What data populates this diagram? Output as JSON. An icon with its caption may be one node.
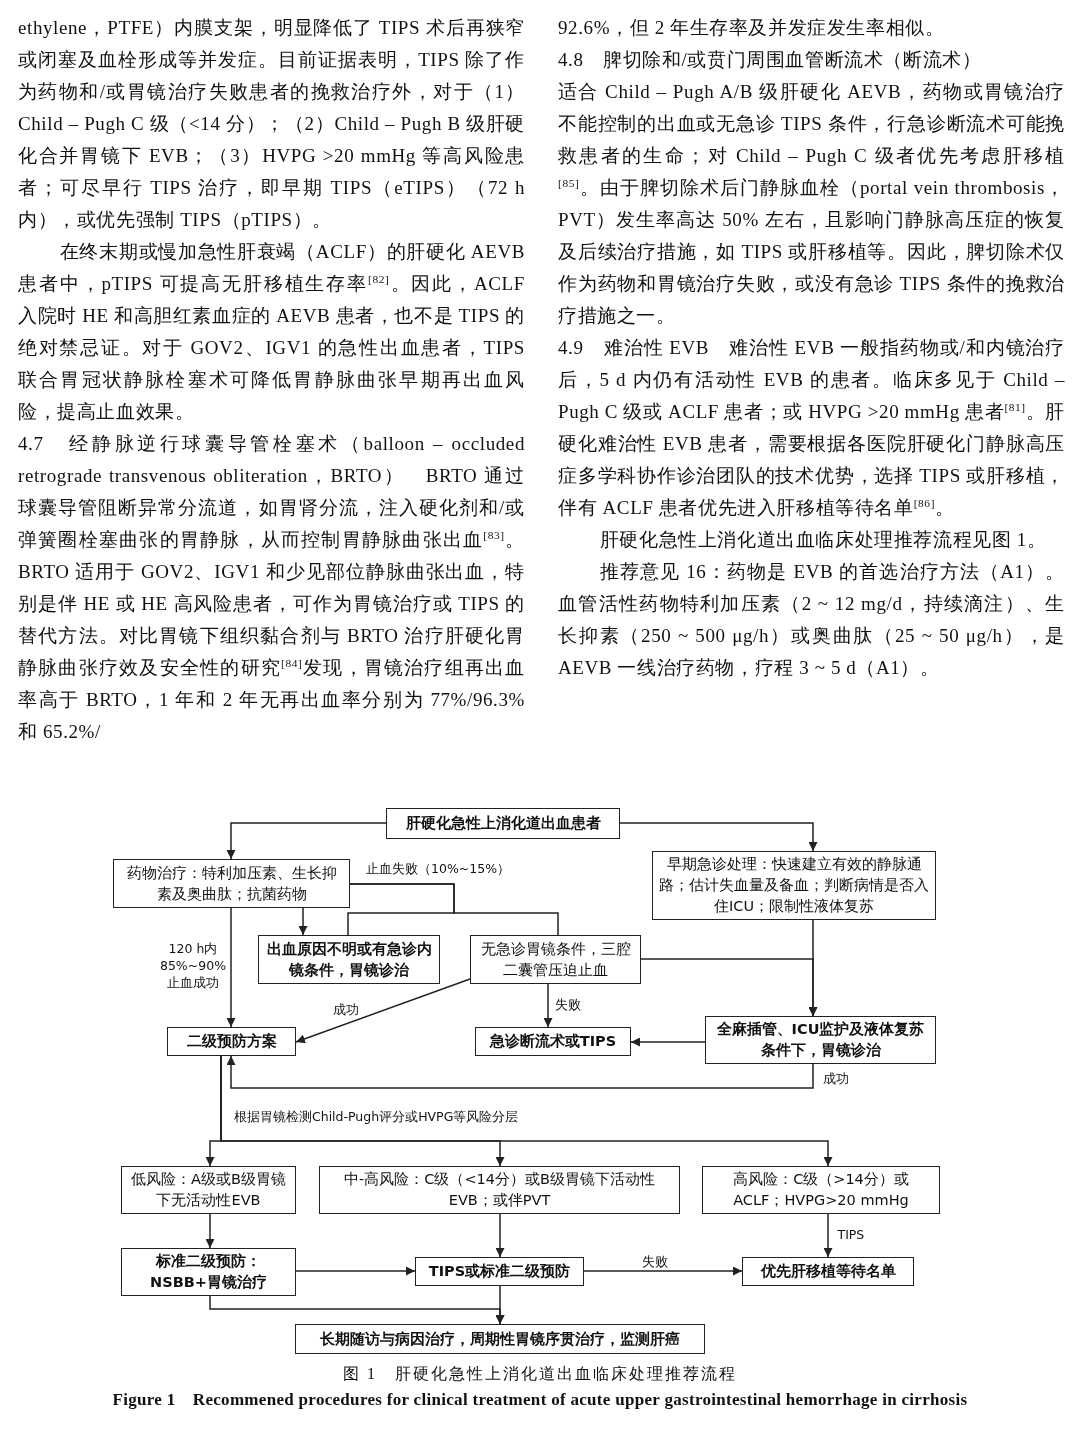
{
  "diagram": {
    "caption": "图 1　肝硬化急性上消化道出血临床处理推荐流程",
    "nodes": [
      {
        "text": [
          "肝硬化急性上消化道出血患者"
        ]
      },
      {
        "text": [
          "药物治疗：特利加压素、生长抑素及奥曲肽；抗菌药物"
        ]
      },
      {
        "text": [
          "早期急诊处理：快速建立有效的静脉通路；估计失血量及备血；判断病情是否入住ICU；限制性液体复苏"
        ]
      },
      {
        "text": [
          "出血原因不明或有急诊内镜条件，胃镜诊治"
        ]
      },
      {
        "text": [
          "无急诊胃镜条件，三腔二囊管压迫止血"
        ]
      },
      {
        "text": [
          "二级预防方案"
        ]
      },
      {
        "text": [
          "急诊断流术或TIPS"
        ]
      },
      {
        "text": [
          "全麻插管、ICU监护及液体复苏条件下，胃镜诊治"
        ]
      },
      {
        "text": [
          "低风险：A级或B级胃镜下无活动性EVB"
        ]
      },
      {
        "text": [
          "中-高风险：C级（<14分）或B级胃镜下活动性EVB；或伴PVT"
        ]
      },
      {
        "text": [
          "高风险：C级（>14分）或ACLF；HVPG>20 mmHg"
        ]
      },
      {
        "text": [
          "标准二级预防：NSBB+胃镜治疗"
        ]
      },
      {
        "text": [
          "TIPS或标准二级预防"
        ]
      },
      {
        "text": [
          "优先肝移植等待名单"
        ]
      },
      {
        "text": [
          "长期随访与病因治疗，周期性胃镜序贯治疗，监测肝癌"
        ]
      }
    ],
    "edges": [
      {
        "from": 0,
        "to": 1,
        "arrow": "to"
      },
      {
        "from": 0,
        "to": 2,
        "arrow": "to"
      },
      {
        "from": 1,
        "to": 3,
        "arrow": "to"
      },
      {
        "from": 1,
        "to": 3,
        "arrow": "none"
      },
      {
        "from": 1,
        "to": 4,
        "arrow": "none",
        "label": "止血失败（10%~15%）"
      },
      {
        "from": 1,
        "to": 5,
        "arrow": "to",
        "label": "120 h内 85%~90% 止血成功"
      },
      {
        "from": 4,
        "to": 5,
        "arrow": "to",
        "label": "成功"
      },
      {
        "from": 4,
        "to": 6,
        "arrow": "to",
        "label": "失败"
      },
      {
        "from": 4,
        "to": 7,
        "arrow": "to"
      },
      {
        "from": 2,
        "to": 7,
        "arrow": "to"
      },
      {
        "from": 7,
        "to": 6,
        "arrow": "to"
      },
      {
        "from": 7,
        "to": 5,
        "arrow": "to",
        "label": "成功"
      },
      {
        "from": 5,
        "to": 8,
        "arrow": "to",
        "label": "根据胃镜检测Child-Pugh评分或HVPG等风险分层"
      },
      {
        "from": 5,
        "to": 9,
        "arrow": "to"
      },
      {
        "from": 5,
        "to": 10,
        "arrow": "to"
      },
      {
        "from": 8,
        "to": 11,
        "arrow": "to"
      },
      {
        "from": 9,
        "to": 12,
        "arrow": "to"
      },
      {
        "from": 10,
        "to": 13,
        "arrow": "to",
        "label": "TIPS"
      },
      {
        "from": 11,
        "to": 12,
        "arrow": "to"
      },
      {
        "from": 12,
        "to": 13,
        "arrow": "to",
        "label": "失败"
      },
      {
        "from": 11,
        "to": 14,
        "arrow": "to"
      },
      {
        "from": 12,
        "to": 14,
        "arrow": "to"
      }
    ],
    "labels": [
      "ethylene，PTFE）内膜支架，明显降低了 TIPS 术后再狭窄或闭塞及血栓形成等并发症。目前证据表明，TIPS 除了作为药物和/或胃镜治疗失败患者的挽救治疗外，对于（1）Child – Pugh C 级（<14 分）；（2）Child – Pugh B 级肝硬化合并胃镜下 EVB；（3）HVPG >20 mmHg 等高风险患者；可尽早行 TIPS 治疗，即早期 TIPS（eTIPS）（72 h 内），或优先强制 TIPS（pTIPS）。",
      "在终末期或慢加急性肝衰竭（ACLF）的肝硬化 AEVB 患者中，pTIPS 可提高无肝移植生存率$^{[82]}$。因此，ACLF 入院时 HE 和高胆红素血症的 AEVB 患者，也不是 TIPS 的绝对禁忌证。对于 GOV2、IGV1 的急性出血患者，TIPS 联合胃冠状静脉栓塞术可降低胃静脉曲张早期再出血风险，提高止血效果。",
      "4.7　经静脉逆行球囊导管栓塞术（balloon – occluded retrograde transvenous obliteration，BRTO）　BRTO 通过球囊导管阻断异常分流道，如胃肾分流，注入硬化剂和/或弹簧圈栓塞曲张的胃静脉，从而控制胃静脉曲张出血$^{[83]}$。BRTO 适用于 GOV2、IGV1 和少见部位静脉曲张出血，特别是伴 HE 或 HE 高风险患者，可作为胃镜治疗或 TIPS 的替代方法。对比胃镜下组织黏合剂与 BRTO 治疗肝硬化胃静脉曲张疗效及安全性的研究$^{[84]}$发现，胃镜治疗组再出血率高于 BRTO，1 年和 2 年无再出血率分别为 77%/96.3% 和 65.2%/",
      "92.6%，但 2 年生存率及并发症发生率相似。",
      "4.8　脾切除和/或贲门周围血管断流术（断流术）",
      "适合 Child – Pugh A/B 级肝硬化 AEVB，药物或胃镜治疗不能控制的出血或无急诊 TIPS 条件，行急诊断流术可能挽救患者的生命；对 Child – Pugh C 级者优先考虑肝移植$^{[85]}$。由于脾切除术后门静脉血栓（portal vein thrombosis，PVT）发生率高达 50% 左右，且影响门静脉高压症的恢复及后续治疗措施，如 TIPS 或肝移植等。因此，脾切除术仅作为药物和胃镜治疗失败，或没有急诊 TIPS 条件的挽救治疗措施之一。",
      "4.9　难治性 EVB　难治性 EVB 一般指药物或/和内镜治疗后，5 d 内仍有活动性 EVB 的患者。临床多见于 Child – Pugh C 级或 ACLF 患者；或 HVPG >20 mmHg 患者$^{[81]}$。肝硬化难治性 EVB 患者，需要根据各医院肝硬化门静脉高压症多学科协作诊治团队的技术优势，选择 TIPS 或肝移植，伴有 ACLF 患者优先进入肝移植等待名单$^{[86]}$。",
      "肝硬化急性上消化道出血临床处理推荐流程见图 1。",
      "推荐意见 16：药物是 EVB 的首选治疗方法（A1）。血管活性药物特利加压素（2 ~ 12 mg/d，持续滴注）、生长抑素（250 ~ 500 μg/h）或奥曲肽（25 ~ 50 μg/h），是 AEVB 一线治疗药物，疗程 3 ~ 5 d（A1）。",
      "Figure 1　Recommened procedures for clinical treatment of acute upper gastrointestinal hemorrhage in cirrhosis"
    ]
  }
}
